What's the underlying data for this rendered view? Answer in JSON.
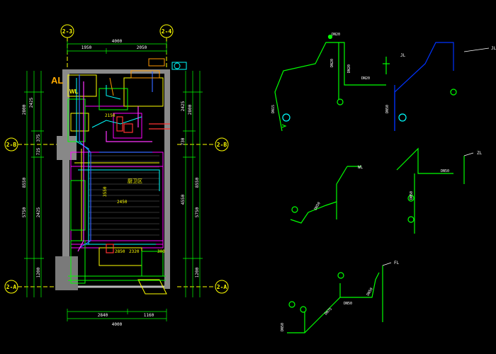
{
  "axes": {
    "top_left": "2-3",
    "top_right": "2-4",
    "left_mid": "2-B",
    "right_mid": "2-B",
    "bottom_left": "2-A",
    "bottom_right": "2-A"
  },
  "dims": {
    "top_total": "4000",
    "top_a": "1950",
    "top_b": "2050",
    "bottom_total": "4000",
    "bottom_a": "2840",
    "bottom_b": "1160",
    "left_1": "2800",
    "left_2": "2425",
    "left_3": "725",
    "left_4": "375",
    "left_5": "8550",
    "left_6": "5750",
    "left_7": "2425",
    "left_8": "1200",
    "right_1": "2800",
    "right_2": "2425",
    "right_3": "730",
    "right_4": "8550",
    "right_5": "4550",
    "right_6": "5750",
    "right_7": "1200"
  },
  "plan": {
    "room_label": "AL",
    "wl_label": "WL",
    "room_name": "厨卫区",
    "dim_3550": "3550",
    "dim_2450": "2450",
    "dim_2850": "2850",
    "dim_2320": "2320",
    "dim_300": "300",
    "dim_2150": "2150"
  },
  "riser_labels": {
    "jl1": "JL",
    "jl2": "JL",
    "wl": "WL",
    "zl": "ZL",
    "fl": "FL"
  },
  "pipe_labels": {
    "p1": "DN20",
    "p2": "DN20",
    "p3": "DN20",
    "p4": "DN20",
    "p5": "DN15",
    "p6": "DN50",
    "p7": "DN50",
    "p8": "DN50",
    "p9": "DN50",
    "p10": "DN75",
    "p11": "DN50",
    "p12": "DN50",
    "p13": "DN50"
  },
  "colors": {
    "green": "#00ff00",
    "yellow": "#ffff00",
    "blue": "#0000ff",
    "magenta": "#ff00ff",
    "cyan": "#00ffff",
    "red": "#ff0000",
    "orange": "#ff9900"
  }
}
